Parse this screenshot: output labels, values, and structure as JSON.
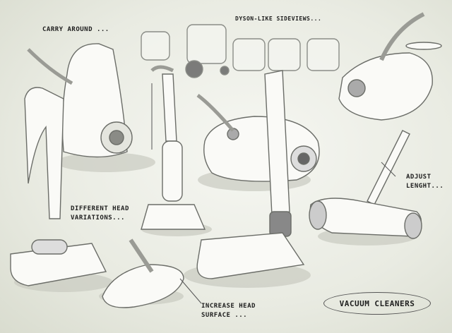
{
  "annotations": {
    "carry_around": "CARRY AROUND ...",
    "dyson_sideviews": "DYSON-LIKE SIDEVIEWS...",
    "different_head_1": "DIFFERENT HEAD",
    "different_head_2": "VARIATIONS...",
    "adjust_1": "ADJUST",
    "adjust_2": "LENGHT...",
    "increase_1": "INCREASE HEAD",
    "increase_2": "SURFACE ..."
  },
  "title": "VACUUM CLEANERS"
}
